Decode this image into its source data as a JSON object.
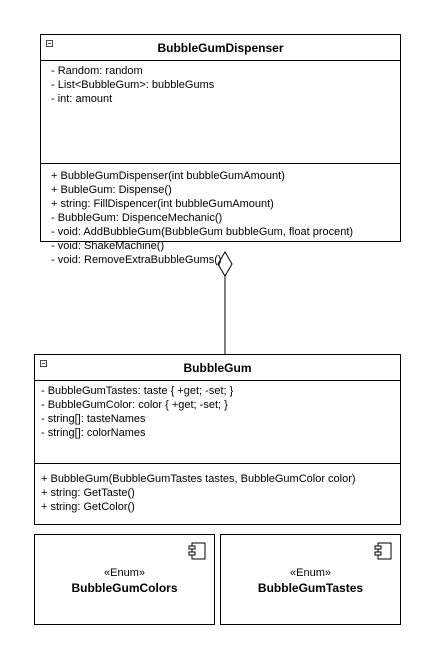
{
  "dispenser": {
    "name": "BubbleGumDispenser",
    "attributes": [
      "- Random: random",
      "- List<BubbleGum>: bubbleGums",
      "- int: amount"
    ],
    "methods": [
      "+ BubbleGumDispenser(int bubbleGumAmount)",
      "+ BubleGum: Dispense()",
      "+ string: FillDispencer(int bubbleGumAmount)",
      "- BubbleGum: DispenceMechanic()",
      "- void: AddBubbleGum(BubbleGum bubbleGum, float procent)",
      "- void: ShakeMachine()",
      "- void: RemoveExtraBubbleGums()"
    ]
  },
  "bubblegum": {
    "name": "BubbleGum",
    "attributes": [
      "- BubbleGumTastes: taste { +get; -set; }",
      "- BubbleGumColor: color { +get; -set; }",
      "- string[]: tasteNames",
      "- string[]: colorNames"
    ],
    "methods": [
      "+ BubbleGum(BubbleGumTastes tastes, BubbleGumColor color)",
      "+ string: GetTaste()",
      "+ string: GetColor()"
    ]
  },
  "enums": [
    {
      "stereotype": "«Enum»",
      "name": "BubbleGumColors",
      "icon": "component-icon"
    },
    {
      "stereotype": "«Enum»",
      "name": "BubbleGumTastes",
      "icon": "component-icon"
    }
  ],
  "relation": {
    "type": "aggregation"
  }
}
